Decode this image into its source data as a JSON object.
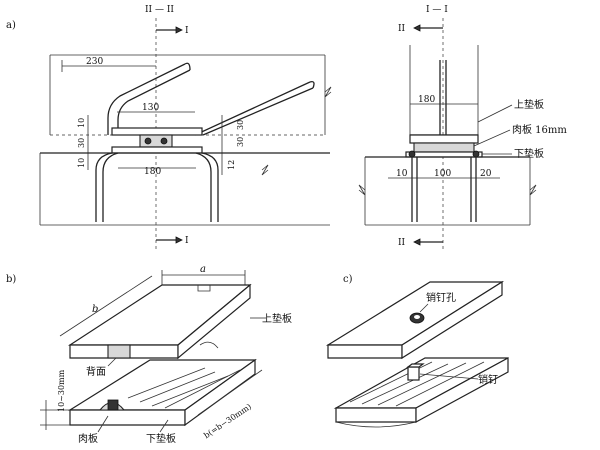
{
  "panel_labels": {
    "a": "a)",
    "b": "b)",
    "c": "c)"
  },
  "section_a": {
    "title": "II — II",
    "cut_label_top": "I",
    "cut_label_bottom": "I",
    "dim_230": "230",
    "dim_130": "130",
    "dim_180": "180",
    "dim_10_left": "10",
    "dim_30_left": "30",
    "dim_10_lower": "10",
    "dim_30_right_a": "30",
    "dim_30_right_b": "30",
    "dim_12": "12"
  },
  "section_b": {
    "title": "I — I",
    "cut_label_top": "II",
    "cut_label_bottom": "II",
    "dim_180": "180",
    "dim_10_left": "10",
    "dim_100": "100",
    "dim_20_right": "20",
    "label_upper_pad": "上垫板",
    "label_wood_plate": "肉板 16mm",
    "label_lower_pad": "下垫板"
  },
  "panel_b": {
    "dim_a": "a",
    "dim_b": "b",
    "label_upper_pad": "上垫板",
    "label_back_groove": "背面",
    "label_wood_plate": "肉板",
    "label_lower_pad": "下垫板",
    "dim_thickness": "10~30mm",
    "dim_length": "b(=b−30mm)"
  },
  "panel_c": {
    "label_pin_hole": "销钉孔",
    "label_pin": "销钉"
  }
}
